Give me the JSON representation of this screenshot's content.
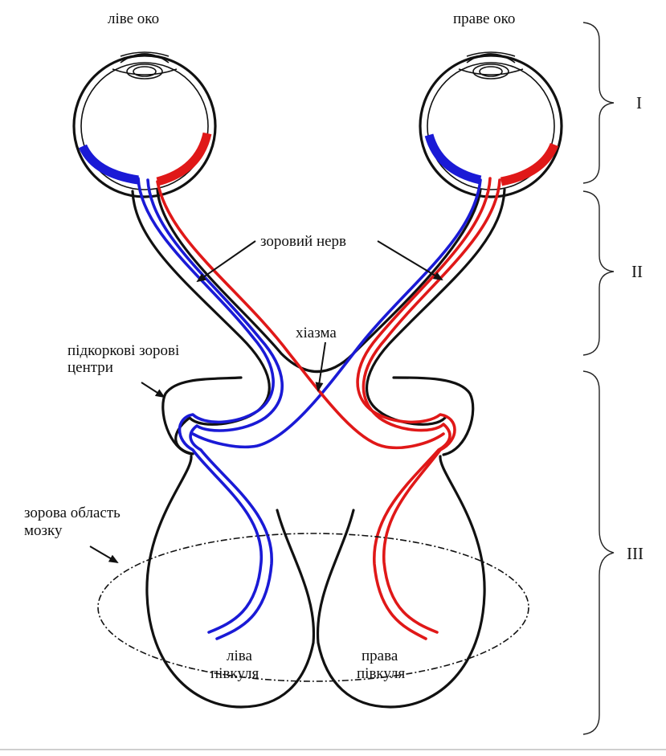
{
  "labels": {
    "left_eye": "ліве око",
    "right_eye": "праве око",
    "optic_nerve": "зоровий нерв",
    "chiasm": "хіазма",
    "subcortical_1": "підкоркові зорові",
    "subcortical_2": "центри",
    "visual_area_1": "зорова область",
    "visual_area_2": "мозку",
    "left_hemi_1": "ліва",
    "left_hemi_2": "півкуля",
    "right_hemi_1": "права",
    "right_hemi_2": "півкуля"
  },
  "sections": [
    "I",
    "II",
    "III"
  ],
  "colors": {
    "left_field": "#1a1ad6",
    "right_field": "#e01818",
    "outline": "#111111"
  }
}
